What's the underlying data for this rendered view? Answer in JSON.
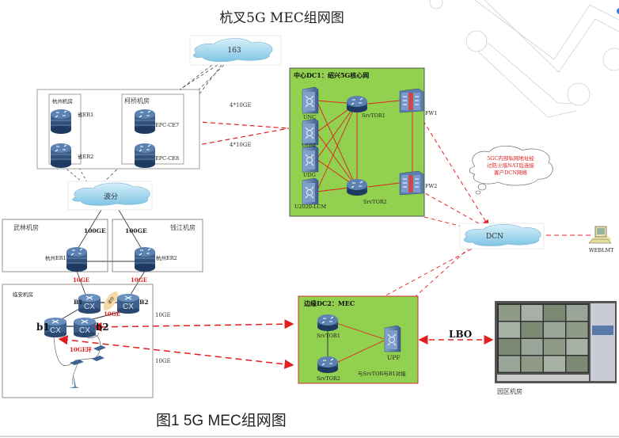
{
  "title": "杭叉5G MEC组网图",
  "caption": "图1  5G MEC组网图",
  "clouds": {
    "internet": "163",
    "wdm": "波分",
    "dcn": "DCN",
    "note": [
      "5GC内部私网地址经",
      "过防火墙NAT后连接",
      "客户DCN网络"
    ]
  },
  "rooms": {
    "hangzhou": "杭州机房",
    "keqiao": "柯桥机房",
    "wulin": "武林机房",
    "qianjiang": "钱江机房",
    "linan": "临安机房",
    "park": "园区机房"
  },
  "nodes": {
    "prov_er1": "省ER1",
    "prov_er2": "省ER2",
    "epc_ce7": "EPC-CE7",
    "epc_ce8": "EPC-CE8",
    "hz_er1": "杭州ER1",
    "hz_er2": "杭州ER2",
    "B1": "B1",
    "B2": "B2",
    "b1": "b1",
    "b2": "b2",
    "cx": "CX",
    "webl": "WEBLMT"
  },
  "dc1": {
    "title": "中心DC1：绍兴5G核心网",
    "elements": [
      "UNC",
      "UDM",
      "UDG",
      "U2020-LCM"
    ],
    "tor1": "SrvTOR1",
    "tor2": "SrvTOR2",
    "fw1": "FW1",
    "fw2": "FW2"
  },
  "dc2": {
    "title": "边缘DC2：MEC",
    "tor1": "SrvTOR1",
    "tor2": "SrvTOR2",
    "upf": "UPF",
    "note": "与SrvTOR与B1对接"
  },
  "links": {
    "ce_dc1_top": "4*10GE",
    "ce_dc1_bottom": "4*10GE",
    "wdm_er1": "100GE",
    "wdm_er2": "100GE",
    "er1_down": "10GE",
    "er2_down": "10GE",
    "b_link": "10GE",
    "ring": "10GE环",
    "to_dc2_top": "10GE",
    "to_dc2_bottom": "10GE",
    "lbo": "LBO",
    "wdm_tag": "波分"
  },
  "colors": {
    "dc_green": "#92d050",
    "link_red": "#e02020",
    "router_blue": "#2f4f7a"
  }
}
